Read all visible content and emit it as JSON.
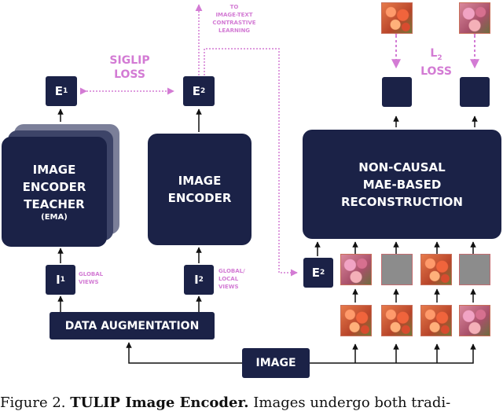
{
  "labels": {
    "e1": "E",
    "e1_sub": "1",
    "e2": "E",
    "e2_sub": "2",
    "e2_right": "E",
    "e2_right_sub": "2",
    "i1": "I",
    "i1_sub": "1",
    "i2": "I",
    "i2_sub": "2",
    "teacher_line1": "IMAGE",
    "teacher_line2": "ENCODER",
    "teacher_line3": "TEACHER",
    "teacher_line4": "(EMA)",
    "encoder_line1": "IMAGE",
    "encoder_line2": "ENCODER",
    "mae_line1": "NON-CAUSAL",
    "mae_line2": "MAE-BASED",
    "mae_line3": "RECONSTRUCTION",
    "data_aug": "DATA AUGMENTATION",
    "image": "IMAGE",
    "siglip_line1": "SIGLIP",
    "siglip_line2": "LOSS",
    "l2": "L",
    "l2_sub": "2",
    "l2_loss": "LOSS",
    "contrastive_line1": "TO",
    "contrastive_line2": "IMAGE-TEXT",
    "contrastive_line3": "CONTRASTIVE",
    "contrastive_line4": "LEARNING",
    "global_views_line1": "GLOBAL",
    "global_views_line2": "VIEWS",
    "global_local_line1": "GLOBAL/",
    "global_local_line2": "LOCAL",
    "global_local_line3": "VIEWS"
  },
  "caption": {
    "prefix": "Figure 2.  ",
    "title": "TULIP Image Encoder.",
    "text": "  Images undergo both tradi-"
  },
  "colors": {
    "box": "#1b2247",
    "accent_pink": "#d37bd4",
    "masked_patch": "#8c8c8c"
  }
}
